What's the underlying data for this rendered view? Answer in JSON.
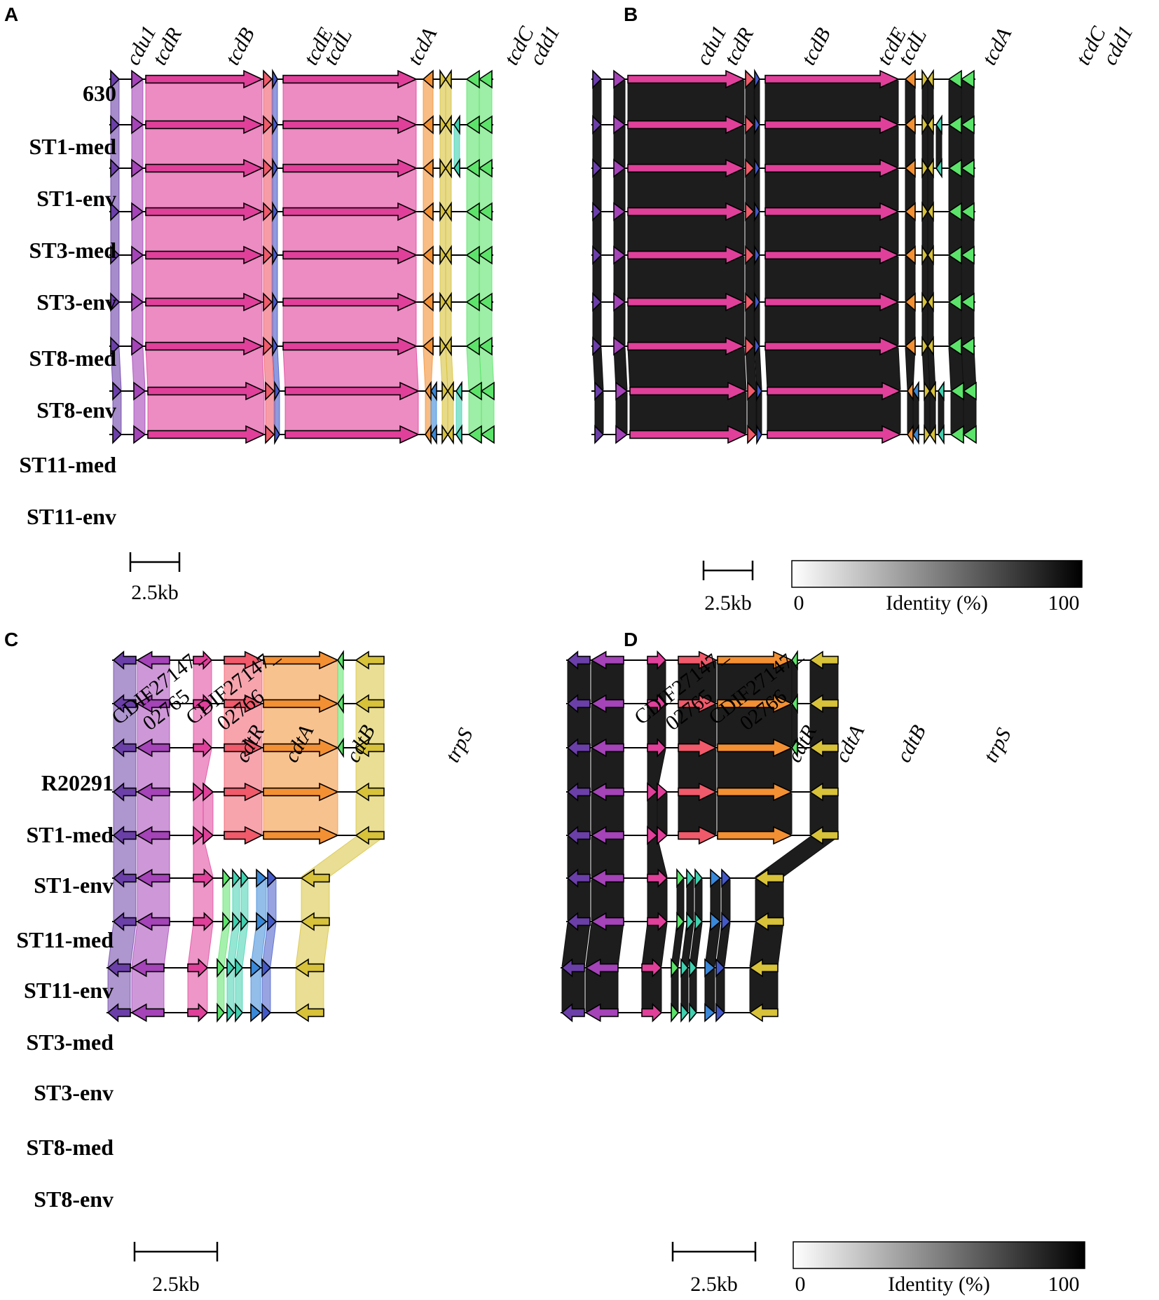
{
  "panels": {
    "A": {
      "letter": "A",
      "strains": [
        "630",
        "ST1-med",
        "ST1-env",
        "ST3-med",
        "ST3-env",
        "ST8-med",
        "ST8-env",
        "ST11-med",
        "ST11-env"
      ],
      "genes": [
        "cdu1",
        "tcdR",
        "tcdB",
        "tcdE",
        "tcdL",
        "tcdA",
        "tcdC",
        "cdd1"
      ],
      "scale": "2.5kb"
    },
    "B": {
      "letter": "B",
      "genes": [
        "cdu1",
        "tcdR",
        "tcdB",
        "tcdE",
        "tcdL",
        "tcdA",
        "tcdC",
        "cdd1"
      ],
      "scale": "2.5kb",
      "identity_legend": {
        "min": "0",
        "label": "Identity (%)",
        "max": "100"
      }
    },
    "C": {
      "letter": "C",
      "strains": [
        "R20291",
        "ST1-med",
        "ST1-env",
        "ST11-med",
        "ST11-env",
        "ST3-med",
        "ST3-env",
        "ST8-med",
        "ST8-env"
      ],
      "genes": [
        {
          "line1": "CDIF27147_",
          "line2": "02765"
        },
        {
          "line1": "CDIF27147_",
          "line2": "02766"
        },
        "cdtR",
        "cdtA",
        "cdtB",
        "trpS"
      ],
      "scale": "2.5kb"
    },
    "D": {
      "letter": "D",
      "genes": [
        {
          "line1": "CDIF27147_",
          "line2": "02765"
        },
        {
          "line1": "CDIF27147_",
          "line2": "02766"
        },
        "cdtR",
        "cdtA",
        "cdtB",
        "trpS"
      ],
      "scale": "2.5kb",
      "identity_legend": {
        "min": "0",
        "label": "Identity (%)",
        "max": "100"
      }
    }
  },
  "colors": {
    "purple": "#6b3fa8",
    "tcdR_violet": "#a543b8",
    "magenta": "#e0409a",
    "red": "#f05a6a",
    "orange": "#f39033",
    "yellow": "#d7c23a",
    "green": "#5ce36a",
    "teal": "#3fd1b0",
    "blue": "#3a88d8",
    "indigo": "#4459c8"
  }
}
